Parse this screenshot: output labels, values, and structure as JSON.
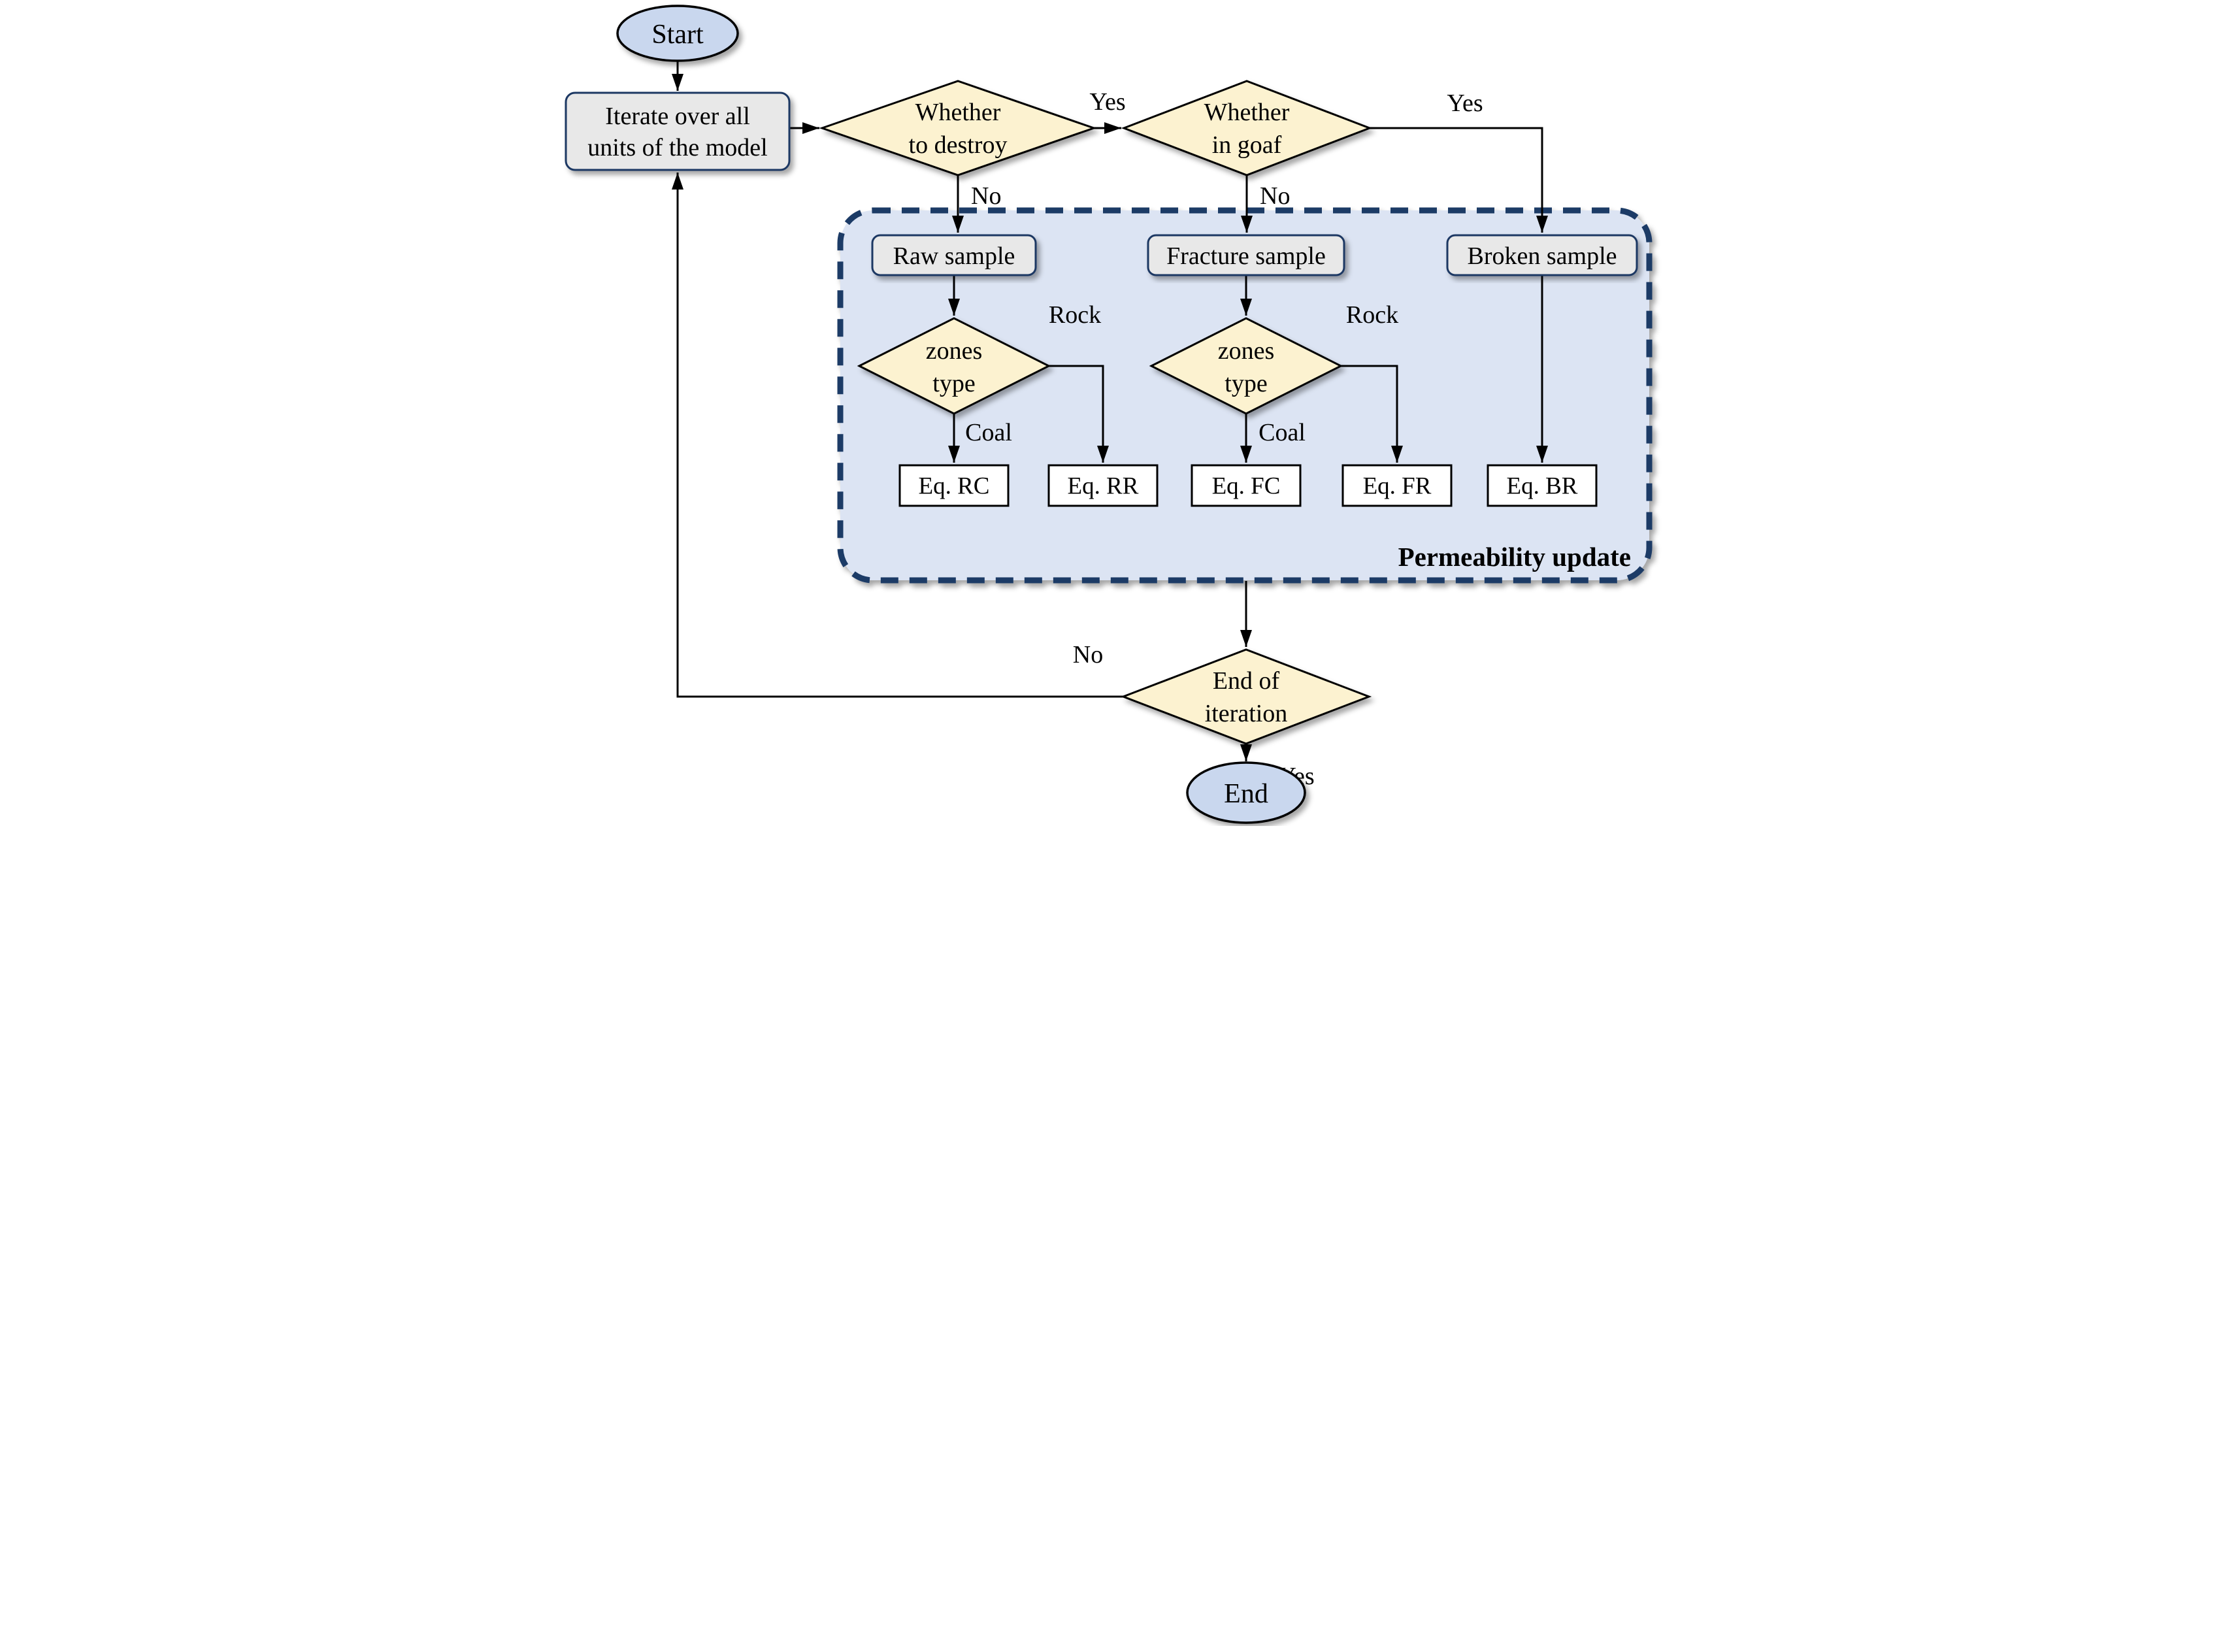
{
  "nodes": {
    "start": "Start",
    "iterate": {
      "line1": "Iterate over all",
      "line2": "units of the model"
    },
    "whether_destroy": {
      "line1": "Whether",
      "line2": "to destroy"
    },
    "whether_goaf": {
      "line1": "Whether",
      "line2": "in goaf"
    },
    "raw_sample": "Raw sample",
    "fracture_sample": "Fracture sample",
    "broken_sample": "Broken sample",
    "zones_type": {
      "line1": "zones",
      "line2": "type"
    },
    "eq_rc": "Eq. RC",
    "eq_rr": "Eq. RR",
    "eq_fc": "Eq. FC",
    "eq_fr": "Eq. FR",
    "eq_br": "Eq. BR",
    "end_iteration": {
      "line1": "End of",
      "line2": "iteration"
    },
    "end": "End"
  },
  "container": {
    "label": "Permeability update"
  },
  "edge_labels": {
    "yes": "Yes",
    "no": "No",
    "rock": "Rock",
    "coal": "Coal"
  },
  "colors": {
    "terminal_fill": "#c9d7ee",
    "process_fill": "#e8e8e8",
    "decision_fill": "#fcf2d0",
    "equation_fill": "#ffffff",
    "container_fill": "#dce4f3",
    "container_border": "#1e3a66",
    "line": "#000000"
  }
}
